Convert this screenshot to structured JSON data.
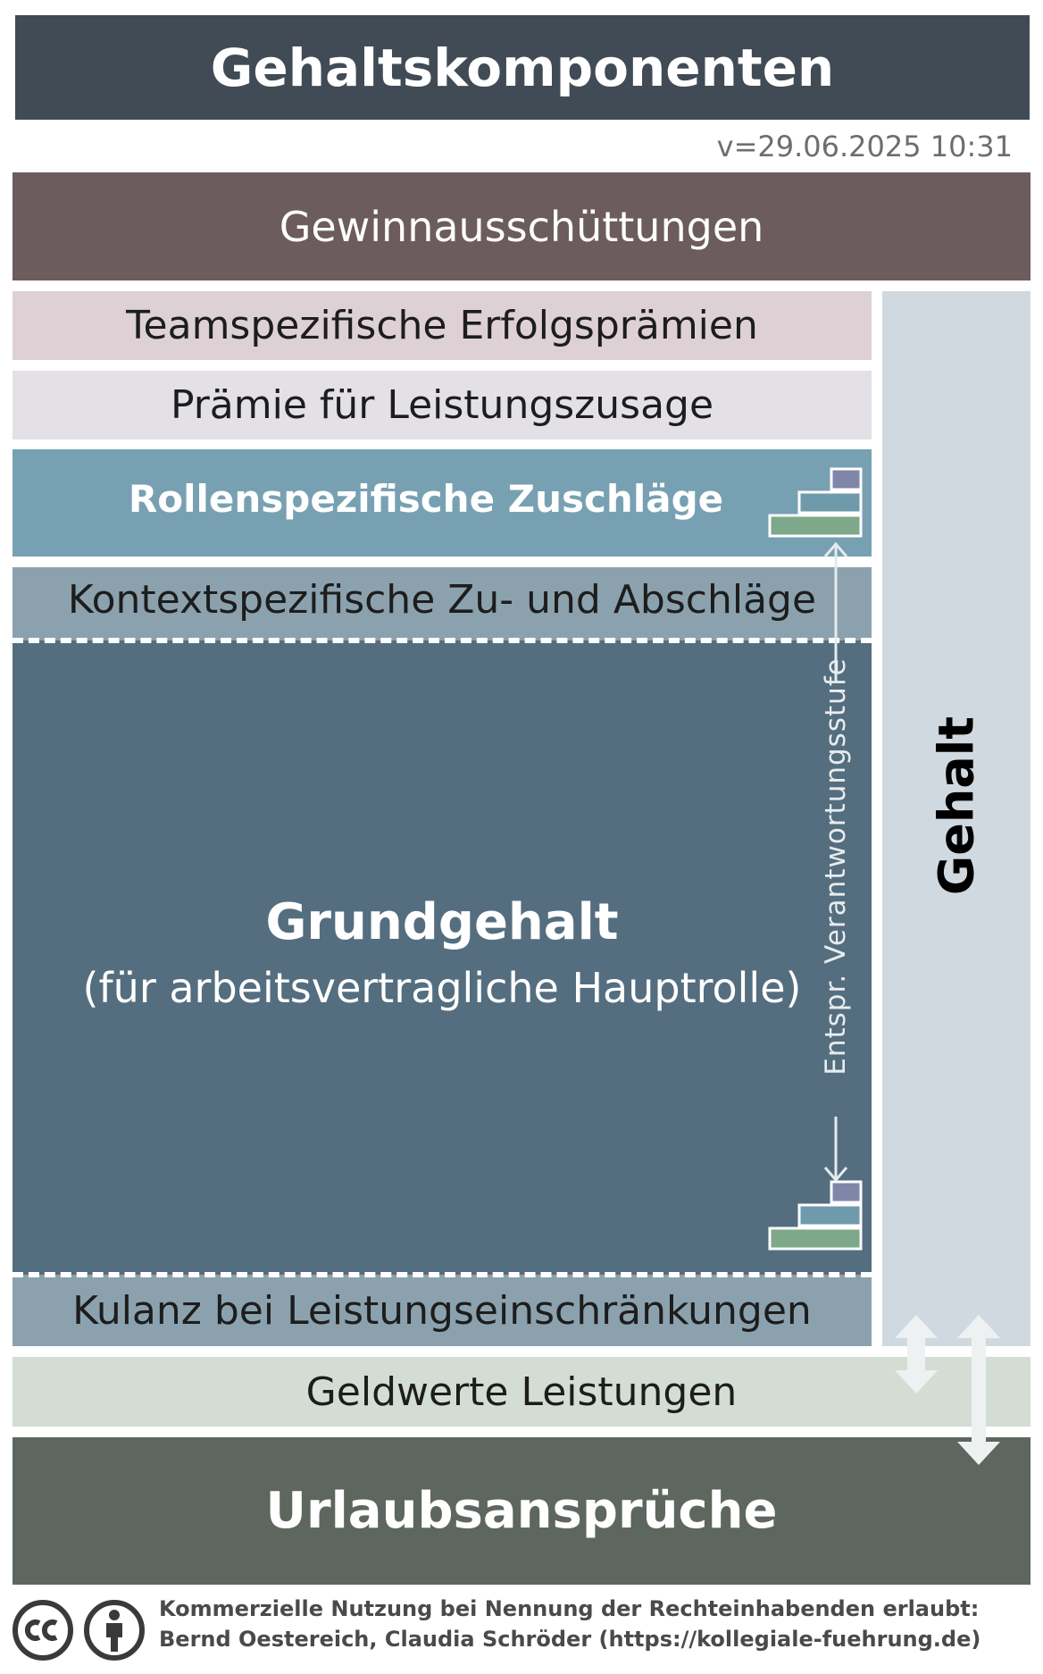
{
  "title": "Gehaltskomponenten",
  "version": "v=29.06.2025 10:31",
  "components": {
    "profit_sharing": "Gewinnausschüttungen",
    "team_bonus": "Teamspezifische Erfolgsprämien",
    "performance_bonus": "Prämie für Leistungszusage",
    "role_allowance": "Rollenspezifische Zuschläge",
    "context_adjustments": "Kontextspezifische Zu- und Abschläge",
    "base_salary": "Grundgehalt",
    "base_salary_note": "(für arbeitsvertragliche Hauptrolle)",
    "goodwill": "Kulanz bei Leistungseinschränkungen",
    "monetary_benefits": "Geldwerte Leistungen",
    "vacation": "Urlaubsansprüche"
  },
  "salary_label": "Gehalt",
  "responsibility_label": "Entspr. Verantwortungsstufe",
  "footer": {
    "line1": "Kommerzielle Nutzung bei Nennung der Rechteinhabenden erlaubt:",
    "line2": "Bernd Oestereich, Claudia Schröder (https://kollegiale-fuehrung.de)",
    "icons": [
      "creative-commons-icon",
      "attribution-icon"
    ]
  },
  "colors": {
    "title_bg": "#414b55",
    "profit_sharing": "#6c5c5e",
    "team_bonus": "#ddd1d6",
    "performance_bonus": "#e3e1e5",
    "role_allowance": "#77a1b2",
    "context_adjustments": "#8ba2ae",
    "base_salary": "#546e80",
    "goodwill": "#8ba2ae",
    "monetary_benefits": "#d4ddd3",
    "vacation": "#5e6660",
    "salary_column": "#d1d9e0"
  }
}
